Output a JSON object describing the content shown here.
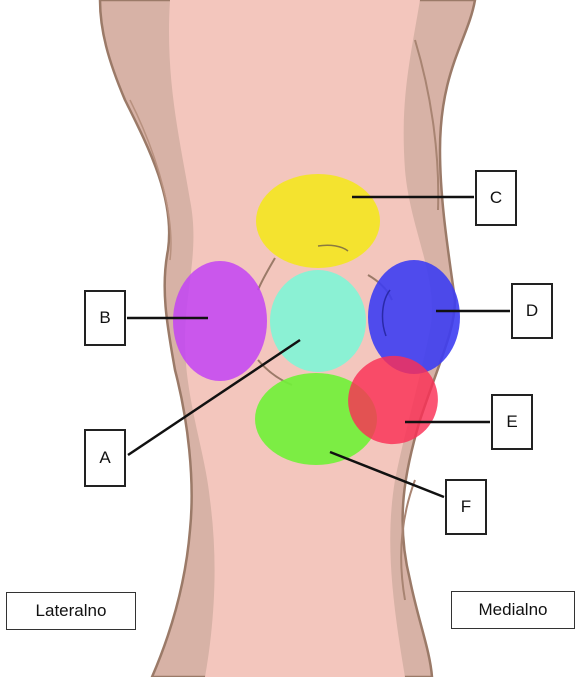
{
  "diagram": {
    "labels": {
      "a": "A",
      "b": "B",
      "c": "C",
      "d": "D",
      "e": "E",
      "f": "F"
    },
    "sides": {
      "left": "Lateralno",
      "right": "Medialno"
    },
    "region_colors": {
      "a": "#7ff5d6",
      "b": "#c243f5",
      "c": "#f4e51f",
      "d": "#3d3df2",
      "e": "#fa2f55",
      "f": "#72f03a"
    },
    "skin_colors": {
      "front": "#f3c6bd",
      "side": "#d7b2a6",
      "outline": "#9b7a68"
    }
  }
}
